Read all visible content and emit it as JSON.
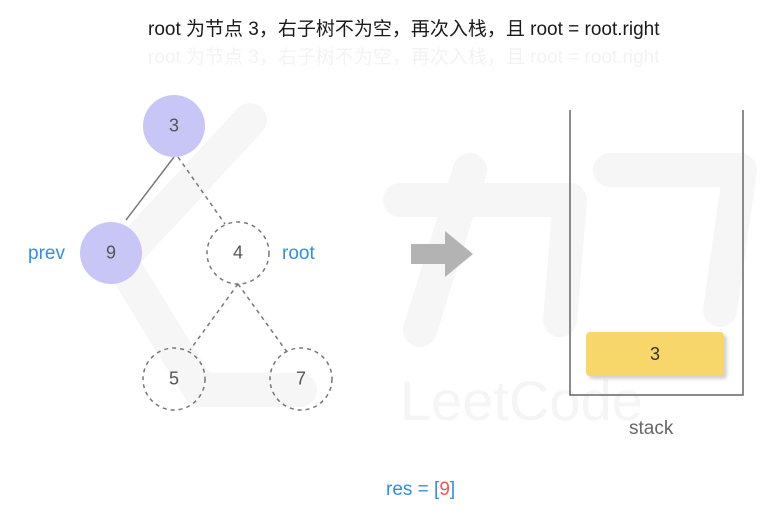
{
  "caption": "root 为节点 3，右子树不为空，再次入栈，且 root = root.right",
  "caption_ghost": "root 为节点 3，右子树不为空，再次入栈，且 root = root.right",
  "watermark": "力扣 LeetCode",
  "tree": {
    "nodes": [
      {
        "id": "n3",
        "label": "3",
        "state": "visited"
      },
      {
        "id": "n9",
        "label": "9",
        "state": "visited"
      },
      {
        "id": "n4",
        "label": "4",
        "state": "pending"
      },
      {
        "id": "n5",
        "label": "5",
        "state": "pending"
      },
      {
        "id": "n7",
        "label": "7",
        "state": "pending"
      }
    ],
    "edges": [
      {
        "from": "3",
        "to": "9",
        "style": "solid"
      },
      {
        "from": "3",
        "to": "4",
        "style": "dashed"
      },
      {
        "from": "4",
        "to": "5",
        "style": "dashed"
      },
      {
        "from": "4",
        "to": "7",
        "style": "dashed"
      }
    ]
  },
  "pointers": {
    "prev": "prev",
    "root": "root"
  },
  "stack": {
    "label": "stack",
    "items": [
      "3"
    ]
  },
  "result": {
    "prefix": "res = [",
    "value": "9",
    "suffix": "]"
  },
  "colors": {
    "visited_fill": "#c8c6f7",
    "pointer_text": "#2f8fe6",
    "stack_item": "#f7d66a",
    "result_value": "#f05a5a",
    "arrow": "#b3b3b3"
  }
}
